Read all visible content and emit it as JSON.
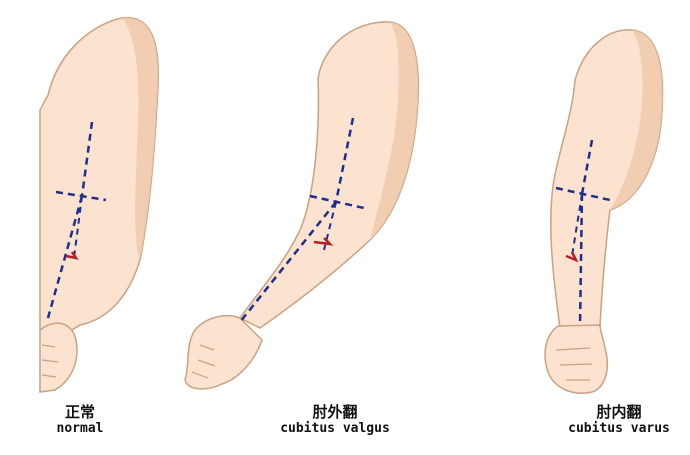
{
  "panels": [
    {
      "id": "normal",
      "label_cn": "正常",
      "label_en": "normal"
    },
    {
      "id": "valgus",
      "label_cn": "肘外翻",
      "label_en": "cubitus valgus"
    },
    {
      "id": "varus",
      "label_cn": "肘内翻",
      "label_en": "cubitus varus"
    }
  ],
  "colors": {
    "skin_light": "#fbe3cf",
    "skin_shadow": "#efc7aa",
    "outline": "#c9a183",
    "axis_line": "#1f2f8f",
    "angle_marker": "#b3202a"
  }
}
